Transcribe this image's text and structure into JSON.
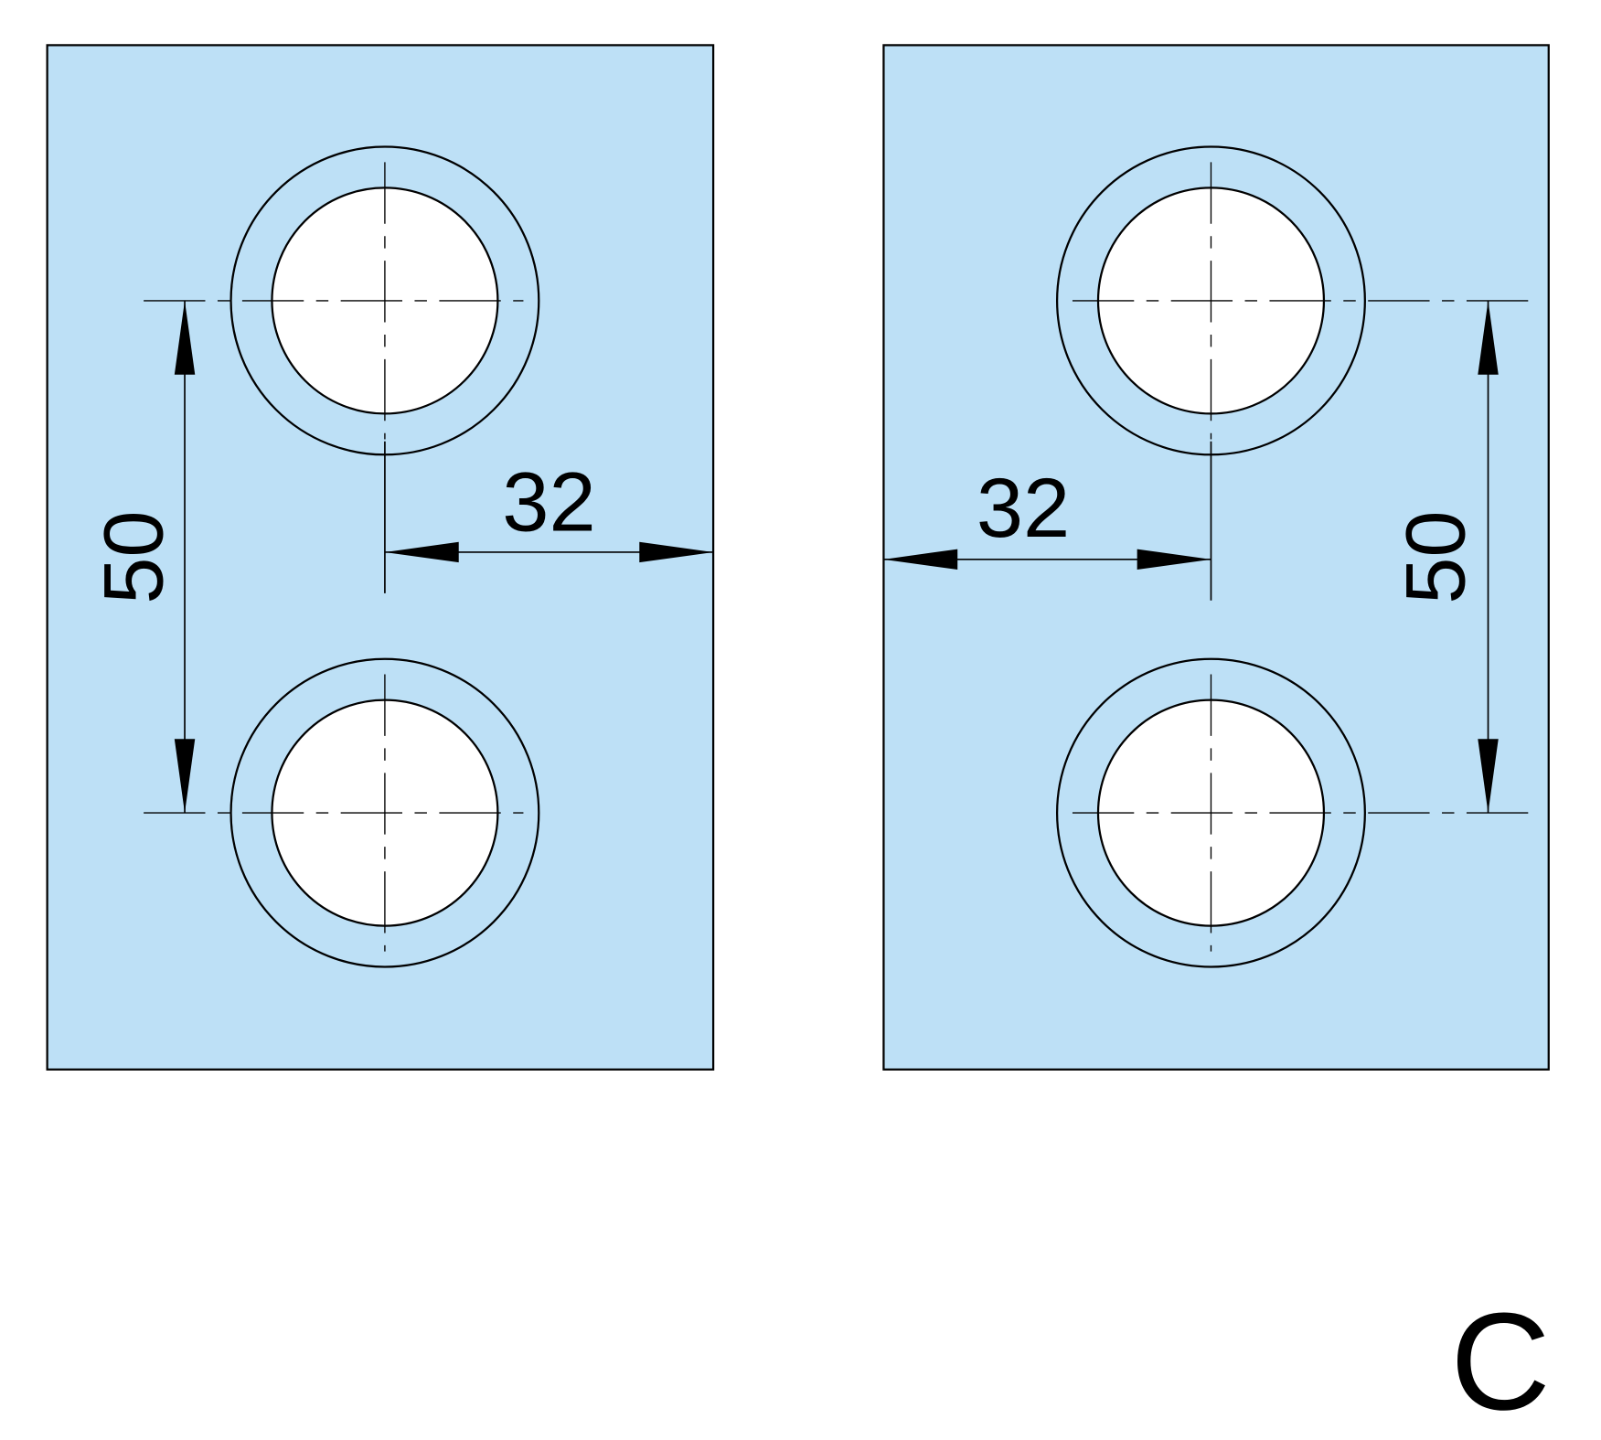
{
  "drawing": {
    "left_panel": {
      "hole_spacing": "50",
      "edge_distance": "32"
    },
    "right_panel": {
      "hole_spacing": "50",
      "edge_distance": "32"
    },
    "label": "C",
    "colors": {
      "panel_fill": "#bde0f6",
      "line": "#000000"
    }
  }
}
